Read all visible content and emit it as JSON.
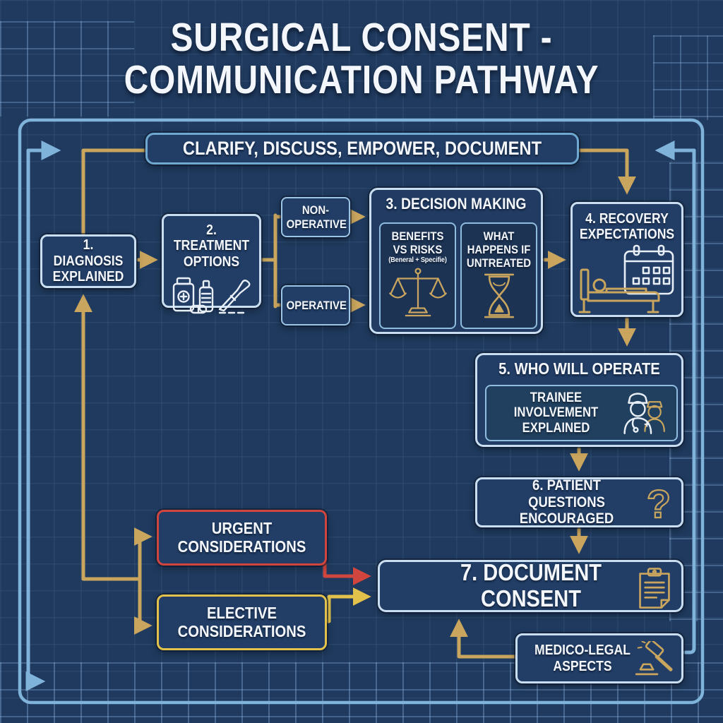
{
  "title": "SURGICAL CONSENT -\nCOMMUNICATION PATHWAY",
  "banner": {
    "label": "CLARIFY, DISCUSS, EMPOWER, DOCUMENT"
  },
  "nodes": {
    "diagnosis": {
      "label": "1. DIAGNOSIS\nEXPLAINED"
    },
    "treatment": {
      "label": "2. TREATMENT\nOPTIONS",
      "icon": "medications-scalpel-icon"
    },
    "non_operative": {
      "label": "NON-\nOPERATIVE"
    },
    "operative": {
      "label": "OPERATIVE"
    },
    "decision": {
      "title": "3. DECISION MAKING",
      "benefits": {
        "label": "BENEFITS\nVS RISKS",
        "note": "(Beneral + Specifie)",
        "icon": "scales-icon"
      },
      "untreated": {
        "label": "WHAT\nHAPPENS IF\nUNTREATED",
        "icon": "hourglass-icon"
      }
    },
    "recovery": {
      "label": "4. RECOVERY\nEXPECTATIONS",
      "icon": "bed-calendar-icon"
    },
    "who": {
      "title": "5. WHO WILL OPERATE",
      "trainee": {
        "label": "TRAINEE INVOLVEMENT\nEXPLAINED",
        "icon": "surgical-team-icon"
      }
    },
    "questions": {
      "label": "6. PATIENT QUESTIONS\nENCOURAGED",
      "icon": "question-mark-icon"
    },
    "document": {
      "label": "7. DOCUMENT CONSENT",
      "icon": "clipboard-icon"
    },
    "urgent": {
      "label": "URGENT\nCONSIDERATIONS"
    },
    "elective": {
      "label": "ELECTIVE\nCONSIDERATIONS"
    },
    "medico": {
      "label": "MEDICO-LEGAL\nASPECTS",
      "icon": "gavel-icon"
    }
  },
  "edges": [
    {
      "from": "banner",
      "to": "diagnosis",
      "color": "gold"
    },
    {
      "from": "diagnosis",
      "to": "treatment",
      "color": "gold"
    },
    {
      "from": "treatment",
      "to": "non_operative",
      "color": "gold"
    },
    {
      "from": "treatment",
      "to": "operative",
      "color": "gold"
    },
    {
      "from": "non_operative",
      "to": "decision",
      "color": "gold"
    },
    {
      "from": "operative",
      "to": "decision",
      "color": "gold"
    },
    {
      "from": "decision",
      "to": "recovery",
      "color": "gold"
    },
    {
      "from": "banner",
      "to": "recovery",
      "color": "gold"
    },
    {
      "from": "recovery",
      "to": "who",
      "color": "gold"
    },
    {
      "from": "who",
      "to": "questions",
      "color": "gold"
    },
    {
      "from": "questions",
      "to": "document",
      "color": "gold"
    },
    {
      "from": "considerations-branch",
      "to": "urgent",
      "color": "gold"
    },
    {
      "from": "considerations-branch",
      "to": "elective",
      "color": "gold"
    },
    {
      "from": "considerations-branch",
      "to": "diagnosis",
      "color": "gold"
    },
    {
      "from": "urgent",
      "to": "document",
      "color": "red"
    },
    {
      "from": "elective",
      "to": "document",
      "color": "yellow"
    },
    {
      "from": "medico",
      "to": "document",
      "color": "gold"
    },
    {
      "from": "left-outer-loop",
      "to": "top-left",
      "color": "blue"
    },
    {
      "from": "medico",
      "to": "banner",
      "color": "blue"
    }
  ],
  "colors": {
    "background": "#1F3A5E",
    "box_fill": "#223E66",
    "border_light": "#C9DFF1",
    "border_medium": "#8FBCDF",
    "gold": "#C9A55E",
    "red": "#D0453E",
    "yellow": "#E3C24B",
    "blue": "#7FB3DA",
    "text": "#F3F6FA"
  }
}
